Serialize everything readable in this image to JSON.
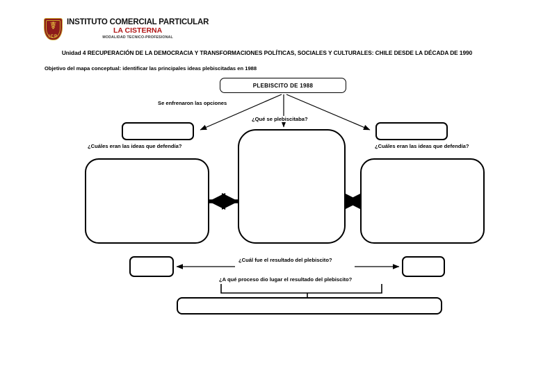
{
  "document": {
    "institution": {
      "line1": "INSTITUTO COMERCIAL PARTICULAR",
      "line2": "LA CISTERNA",
      "line3": "MODALIDAD TECNICO-PROFESIONAL",
      "crest_letters": "ICP"
    },
    "unit_title": "Unidad 4 RECUPERACIÓN DE LA DEMOCRACIA Y TRANSFORMACIONES POLÍTICAS, SOCIALES Y CULTURALES: CHILE DESDE LA DÉCADA DE 1990",
    "objective": "Objetivo del mapa conceptual: identificar las principales ideas plebiscitadas en 1988"
  },
  "concept_map": {
    "root_box": {
      "label": "PLEBISCITO DE 1988"
    },
    "connector_labels": {
      "options": "Se enfrenaron las opciones",
      "what_was_voted": "¿Qué se plebiscitaba?",
      "ideas_left": "¿Cuáles eran  las ideas que defendía?",
      "ideas_right": "¿Cuáles eran las ideas que defendía?",
      "result": "¿Cuál fue el resultado del plebiscito?",
      "process": "¿A qué proceso dio lugar el resultado del plebiscito?"
    },
    "blank_boxes": {
      "option_left": "",
      "option_right": "",
      "center_topic": "",
      "ideas_left_body": "",
      "ideas_right_body": "",
      "result_left": "",
      "result_right": "",
      "process_outcome": ""
    }
  },
  "colors": {
    "crest_red": "#8d1b1b",
    "crest_gold": "#e8c341",
    "brand_red": "#b01515",
    "stroke": "#000000",
    "page_background": "#ffffff"
  }
}
